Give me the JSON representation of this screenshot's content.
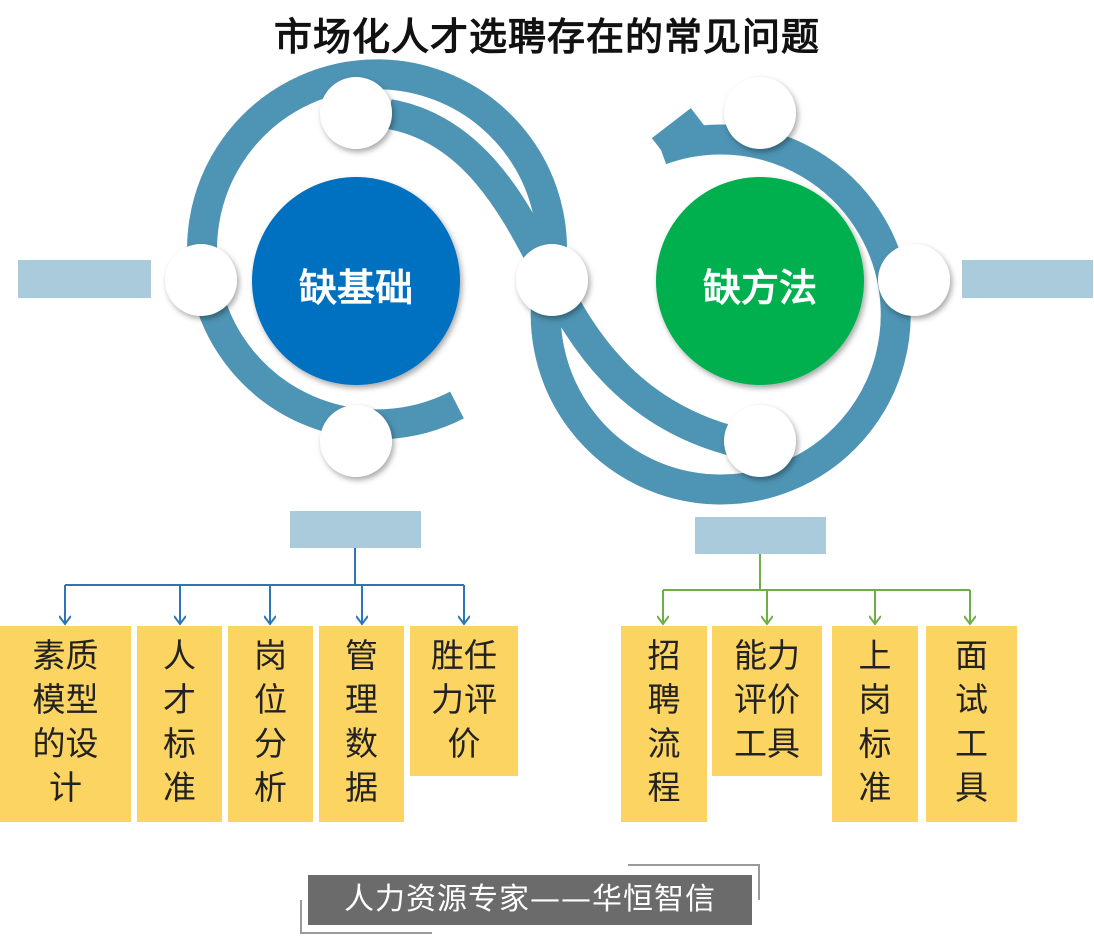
{
  "title": "市场化人才选聘存在的常见问题",
  "left_circle": {
    "label": "缺基础",
    "color": "#0070c0"
  },
  "right_circle": {
    "label": "缺方法",
    "color": "#00b050"
  },
  "ring_color": "#4e94b4",
  "bar_color": "#a9cbdb",
  "left_boxes": [
    [
      "素质",
      "模型",
      "的设",
      "计"
    ],
    [
      "人",
      "才",
      "标",
      "准"
    ],
    [
      "岗",
      "位",
      "分",
      "析"
    ],
    [
      "管",
      "理",
      "数",
      "据"
    ],
    [
      "胜任",
      "力评",
      "价"
    ]
  ],
  "right_boxes": [
    [
      "招",
      "聘",
      "流",
      "程"
    ],
    [
      "能力",
      "评价",
      "工具"
    ],
    [
      "上",
      "岗",
      "标",
      "准"
    ],
    [
      "面",
      "试",
      "工",
      "具"
    ]
  ],
  "footer": "人力资源专家——华恒智信"
}
